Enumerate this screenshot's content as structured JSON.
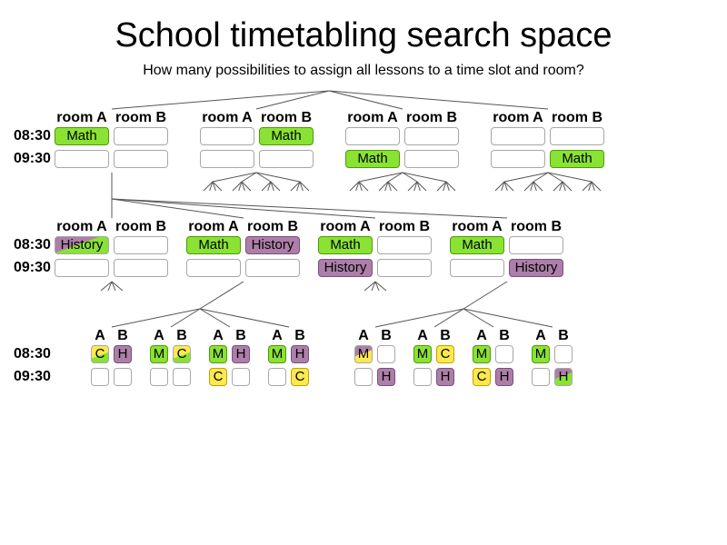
{
  "title": "School timetabling search space",
  "subtitle": "How many possibilities to assign all lessons to a time slot and room?",
  "time_labels": [
    "08:30",
    "09:30"
  ],
  "room_labels": {
    "long_a": "room A",
    "long_b": "room B",
    "short_a": "A",
    "short_b": "B"
  },
  "lessons": {
    "math": "Math",
    "history": "History",
    "math_short": "M",
    "history_short": "H",
    "chem_short": "C"
  },
  "colors": {
    "math": "#8ae234",
    "history": "#ad7fa8",
    "chemistry": "#fce94f",
    "edge": "#555555",
    "empty_border": "#a7a7a7"
  },
  "levels": [
    {
      "name": "level-1",
      "nodes": [
        {
          "cells": [
            "Math",
            "",
            "",
            ""
          ]
        },
        {
          "cells": [
            "",
            "Math",
            "",
            ""
          ]
        },
        {
          "cells": [
            "",
            "",
            "Math",
            ""
          ]
        },
        {
          "cells": [
            "",
            "",
            "",
            "Math"
          ]
        }
      ]
    },
    {
      "name": "level-2",
      "nodes": [
        {
          "cells": [
            "History",
            "",
            "",
            ""
          ],
          "conflict": [
            0
          ]
        },
        {
          "cells": [
            "Math",
            "History",
            "",
            ""
          ]
        },
        {
          "cells": [
            "Math",
            "",
            "History",
            ""
          ]
        },
        {
          "cells": [
            "Math",
            "",
            "",
            "History"
          ]
        }
      ]
    },
    {
      "name": "level-3",
      "nodes": [
        {
          "cells": [
            "C",
            "H",
            "",
            ""
          ],
          "conflict": [
            0
          ]
        },
        {
          "cells": [
            "M",
            "C",
            "",
            ""
          ],
          "conflict": [
            1
          ]
        },
        {
          "cells": [
            "M",
            "H",
            "C",
            ""
          ]
        },
        {
          "cells": [
            "M",
            "H",
            "",
            "C"
          ]
        },
        {
          "cells": [
            "M",
            "",
            "",
            "H"
          ],
          "conflict": [
            0
          ]
        },
        {
          "cells": [
            "M",
            "C",
            "",
            "H"
          ]
        },
        {
          "cells": [
            "M",
            "",
            "C",
            "H"
          ]
        },
        {
          "cells": [
            "M",
            "",
            "",
            "H"
          ],
          "conflict": [
            3
          ]
        }
      ]
    }
  ]
}
